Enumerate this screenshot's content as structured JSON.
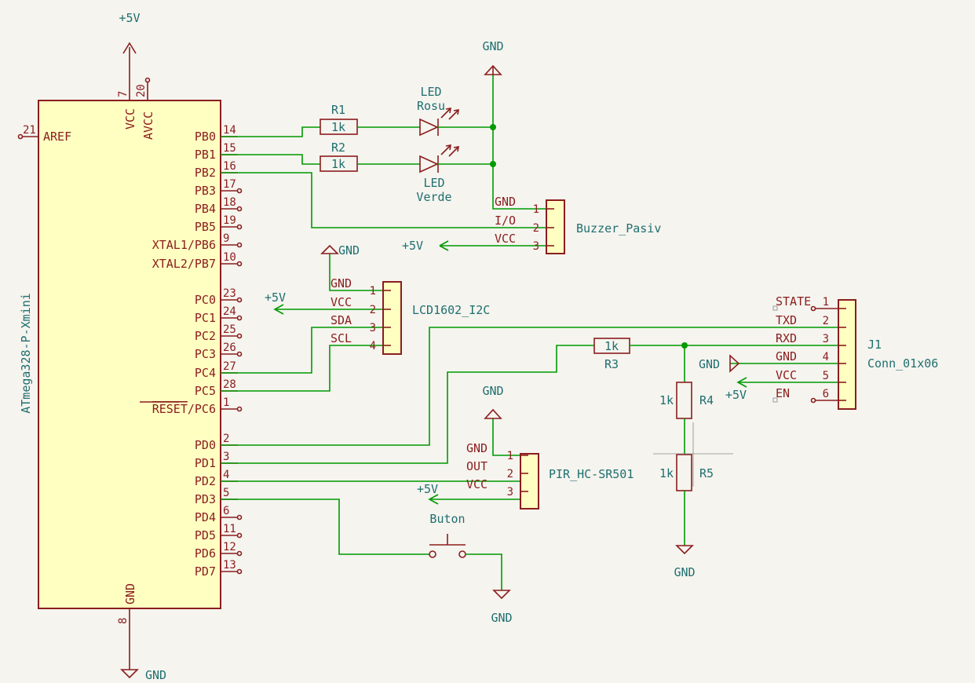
{
  "power": {
    "plus5v": "+5V",
    "gnd": "GND"
  },
  "mcu": {
    "name": "ATmega328-P-Xmini",
    "top_pins": [
      {
        "num": "7",
        "name": "VCC"
      },
      {
        "num": "20",
        "name": "AVCC"
      }
    ],
    "aref": {
      "num": "21",
      "name": "AREF"
    },
    "gnd_pin": {
      "num": "8",
      "name": "GND"
    },
    "right_pins": [
      {
        "name": "PB0",
        "num": "14"
      },
      {
        "name": "PB1",
        "num": "15"
      },
      {
        "name": "PB2",
        "num": "16"
      },
      {
        "name": "PB3",
        "num": "17"
      },
      {
        "name": "PB4",
        "num": "18"
      },
      {
        "name": "PB5",
        "num": "19"
      },
      {
        "name": "XTAL1/PB6",
        "num": "9"
      },
      {
        "name": "XTAL2/PB7",
        "num": "10"
      },
      {
        "name": "PC0",
        "num": "23"
      },
      {
        "name": "PC1",
        "num": "24"
      },
      {
        "name": "PC2",
        "num": "25"
      },
      {
        "name": "PC3",
        "num": "26"
      },
      {
        "name": "PC4",
        "num": "27"
      },
      {
        "name": "PC5",
        "num": "28"
      },
      {
        "name": "RESET",
        "name_suffix": "/PC6",
        "num": "1"
      },
      {
        "name": "PD0",
        "num": "2"
      },
      {
        "name": "PD1",
        "num": "3"
      },
      {
        "name": "PD2",
        "num": "4"
      },
      {
        "name": "PD3",
        "num": "5"
      },
      {
        "name": "PD4",
        "num": "6"
      },
      {
        "name": "PD5",
        "num": "11"
      },
      {
        "name": "PD6",
        "num": "12"
      },
      {
        "name": "PD7",
        "num": "13"
      }
    ]
  },
  "resistors": {
    "r1": {
      "ref": "R1",
      "value": "1k"
    },
    "r2": {
      "ref": "R2",
      "value": "1k"
    },
    "r3": {
      "ref": "R3",
      "value": "1k"
    },
    "r4": {
      "ref": "R4",
      "value": "1k"
    },
    "r5": {
      "ref": "R5",
      "value": "1k"
    }
  },
  "leds": {
    "red": {
      "line1": "LED",
      "line2": "Rosu"
    },
    "green": {
      "line1": "LED",
      "line2": "Verde"
    }
  },
  "buzzer": {
    "name": "Buzzer_Pasiv",
    "pins": [
      {
        "num": "1",
        "name": "GND"
      },
      {
        "num": "2",
        "name": "I/O"
      },
      {
        "num": "3",
        "name": "VCC"
      }
    ]
  },
  "lcd": {
    "name": "LCD1602_I2C",
    "pins": [
      {
        "num": "1",
        "name": "GND"
      },
      {
        "num": "2",
        "name": "VCC"
      },
      {
        "num": "3",
        "name": "SDA"
      },
      {
        "num": "4",
        "name": "SCL"
      }
    ]
  },
  "bt": {
    "ref": "J1",
    "name": "Conn_01x06",
    "pins": [
      {
        "num": "1",
        "name": "STATE"
      },
      {
        "num": "2",
        "name": "TXD"
      },
      {
        "num": "3",
        "name": "RXD"
      },
      {
        "num": "4",
        "name": "GND"
      },
      {
        "num": "5",
        "name": "VCC"
      },
      {
        "num": "6",
        "name": "EN"
      }
    ]
  },
  "pir": {
    "name": "PIR_HC-SR501",
    "pins": [
      {
        "num": "1",
        "name": "GND"
      },
      {
        "num": "2",
        "name": "OUT"
      },
      {
        "num": "3",
        "name": "VCC"
      }
    ]
  },
  "button": {
    "name": "Buton"
  }
}
